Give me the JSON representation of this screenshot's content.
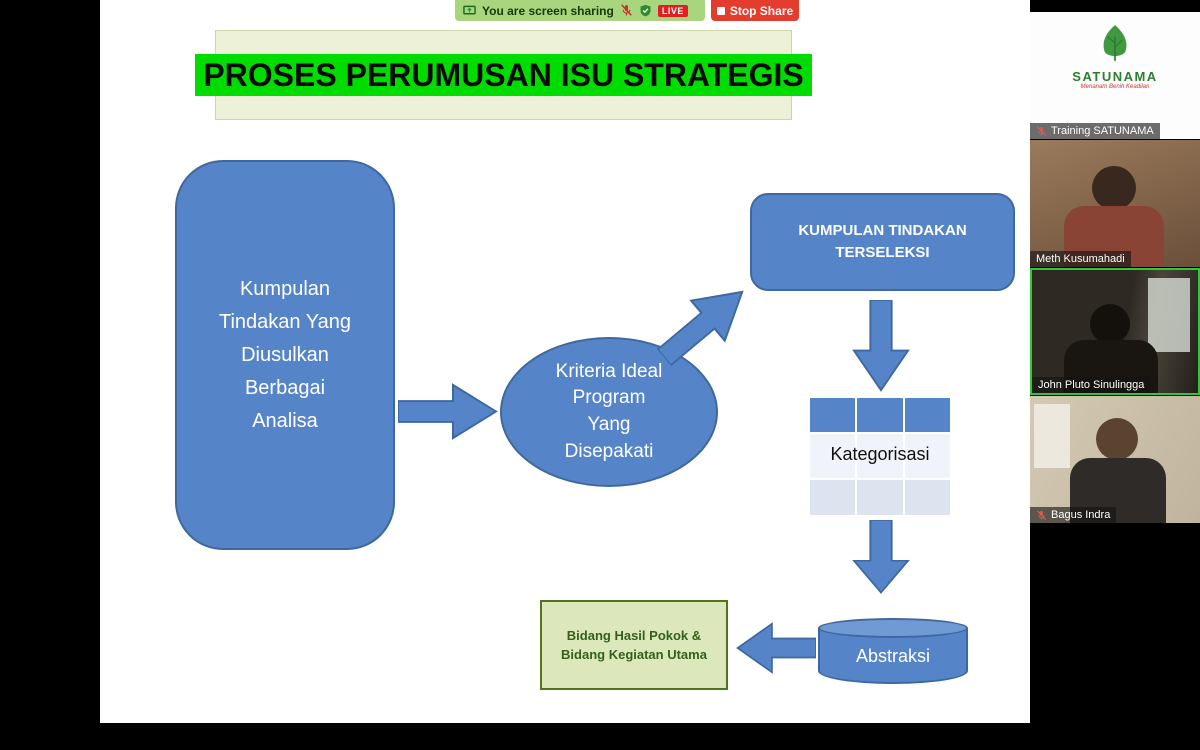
{
  "share_bar": {
    "status_text": "You are screen sharing",
    "live_label": "LIVE",
    "stop_share_label": "Stop Share",
    "colors": {
      "bar_green": "#a8d57d",
      "live_red": "#e02020",
      "stop_red": "#e23d2e"
    }
  },
  "slide": {
    "title": "PROSES PERUMUSAN ISU STRATEGIS",
    "colors": {
      "title_highlight": "#00dc00",
      "banner_bg": "#ecf1d8",
      "shape_blue": "#5585c8",
      "shape_border": "#3f689f",
      "result_bg": "#dce8bc",
      "result_border": "#54731d"
    },
    "nodes": {
      "source_box": "Kumpulan\nTindakan  Yang\nDiusulkan\nBerbagai\nAnalisa",
      "criteria_ellipse": "Kriteria Ideal\nProgram\nYang\nDisepakati",
      "selected_box": "KUMPULAN TINDAKAN\nTERSELEKSI",
      "categorize_label": "Kategorisasi",
      "abstraction_cylinder": "Abstraksi",
      "result_box": "Bidang Hasil Pokok &\nBidang Kegiatan Utama"
    }
  },
  "participants": {
    "tiles": [
      {
        "name": "Training SATUNAMA",
        "muted": true,
        "logo_text": "SATUNAMA",
        "logo_sub": "Menanam Benih Keadilan"
      },
      {
        "name": "Meth Kusumahadi",
        "muted": false
      },
      {
        "name": "John Pluto Sinulingga",
        "muted": false,
        "active_speaker": true
      },
      {
        "name": "Bagus Indra",
        "muted": true
      }
    ]
  }
}
